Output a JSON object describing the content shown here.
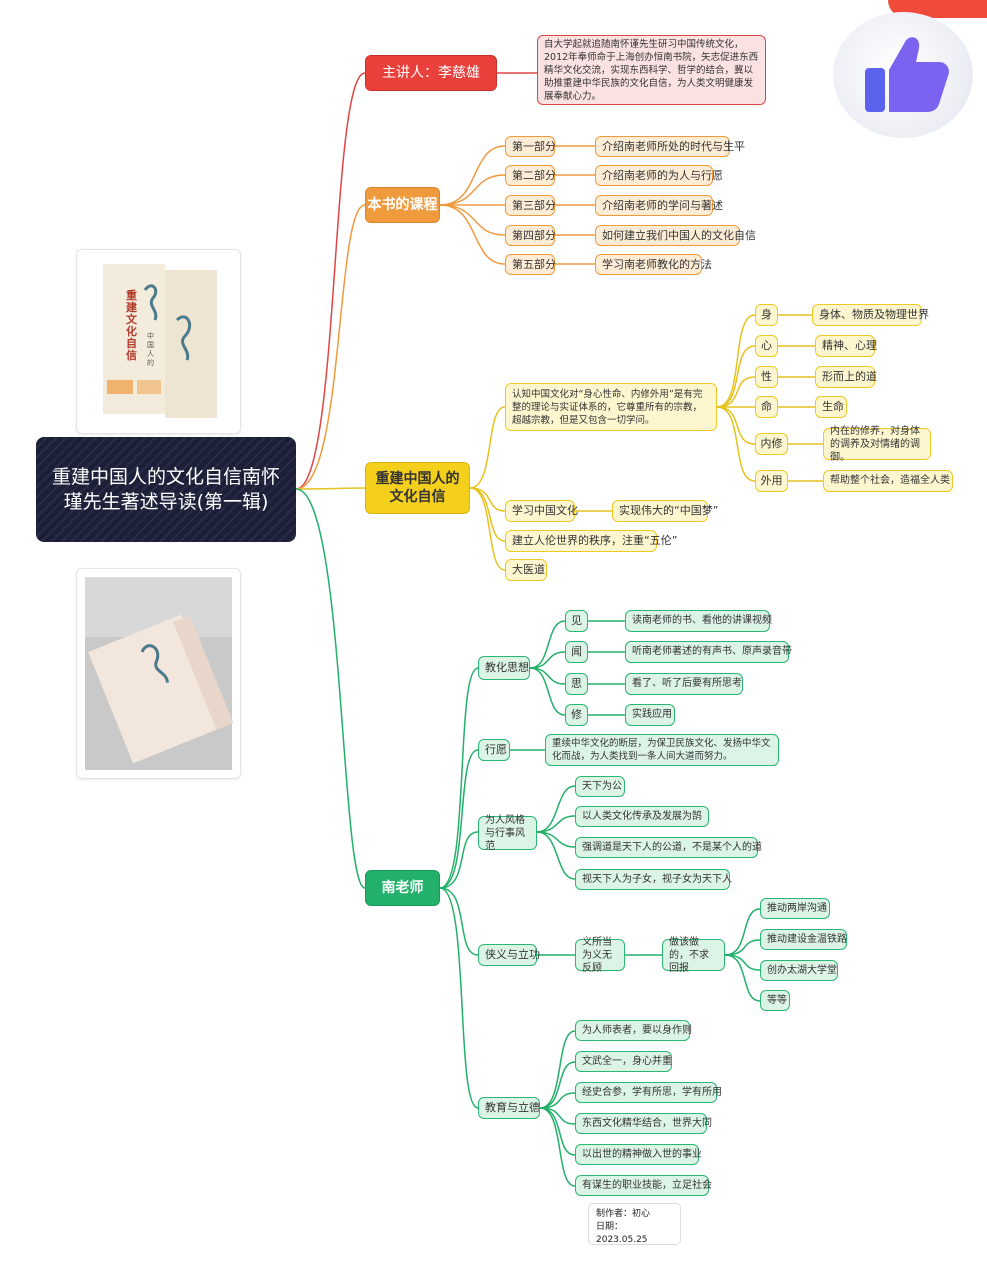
{
  "root": {
    "title": "重建中国人的文化自信南怀瑾先生著述导读(第一辑)"
  },
  "speaker": {
    "label": "主讲人：李慈雄",
    "bio": "自大学起就追随南怀谨先生研习中国传统文化，2012年奉师命于上海创办恒南书院，矢志促进东西精华文化交流，实现东西科学、哲学的结合，冀以助推重建中华民族的文化自信，为人类文明健康发展奉献心力。"
  },
  "course": {
    "label": "本书的课程",
    "parts": [
      {
        "name": "第一部分",
        "desc": "介绍南老师所处的时代与生平"
      },
      {
        "name": "第二部分",
        "desc": "介绍南老师的为人与行愿"
      },
      {
        "name": "第三部分",
        "desc": "介绍南老师的学问与著述"
      },
      {
        "name": "第四部分",
        "desc": "如何建立我们中国人的文化自信"
      },
      {
        "name": "第五部分",
        "desc": "学习南老师教化的方法"
      }
    ]
  },
  "confidence": {
    "label": "重建中国人的文化自信",
    "intro": "认知中国文化对“身心性命、内修外用”是有完整的理论与实证体系的，它尊重所有的宗教，超越宗教，但是又包含一切学问。",
    "aspects": [
      {
        "name": "身",
        "desc": "身体、物质及物理世界"
      },
      {
        "name": "心",
        "desc": "精神、心理"
      },
      {
        "name": "性",
        "desc": "形而上的道"
      },
      {
        "name": "命",
        "desc": "生命"
      },
      {
        "name": "内修",
        "desc": "内在的修养，对身体的调养及对情绪的调御。"
      },
      {
        "name": "外用",
        "desc": "帮助整个社会，造福全人类"
      }
    ],
    "study": "学习中国文化",
    "dream": "实现伟大的“中国梦”",
    "order": "建立人伦世界的秩序，注重“五伦”",
    "medicine": "大医道"
  },
  "nan": {
    "label": "南老师",
    "edu_label": "教化思想",
    "edu": [
      {
        "name": "见",
        "desc": "读南老师的书、看他的讲课视频"
      },
      {
        "name": "闻",
        "desc": "听南老师著述的有声书、原声录音带"
      },
      {
        "name": "思",
        "desc": "看了、听了后要有所思考"
      },
      {
        "name": "修",
        "desc": "实践应用"
      }
    ],
    "vow_label": "行愿",
    "vow": "重续中华文化的断层，为保卫民族文化、发扬中华文化而战，为人类找到一条人间大道而努力。",
    "style_label": "为人风格与行事风范",
    "style": [
      "天下为公",
      "以人类文化传承及发展为鹄",
      "强调道是天下人的公道，不是某个人的道",
      "视天下人为子女，视子女为天下人"
    ],
    "merit_label": "侠义与立功",
    "merit_a": "义所当为义无反顾",
    "merit_b": "做该做的，不求回报",
    "merit_items": [
      "推动两岸沟通",
      "推动建设金温铁路",
      "创办太湖大学堂",
      "等等"
    ],
    "teach_label": "教育与立德",
    "teach": [
      "为人师表者，要以身作则",
      "文武全一，身心并重",
      "经史合参，学有所思，学有所用",
      "东西文化精华结合，世界大同",
      "以出世的精神做入世的事业",
      "有谋生的职业技能，立足社会"
    ]
  },
  "book_cover": {
    "title": "重建文化自信",
    "subtitle": "中国人的"
  },
  "credit": {
    "maker": "制作者：初心",
    "date": "日期：2023.05.25"
  },
  "colors": {
    "red": "#e9403c",
    "orange": "#f09a3e",
    "yellow": "#f4cf1c",
    "green": "#22b06a",
    "root": "#1c1f38"
  }
}
